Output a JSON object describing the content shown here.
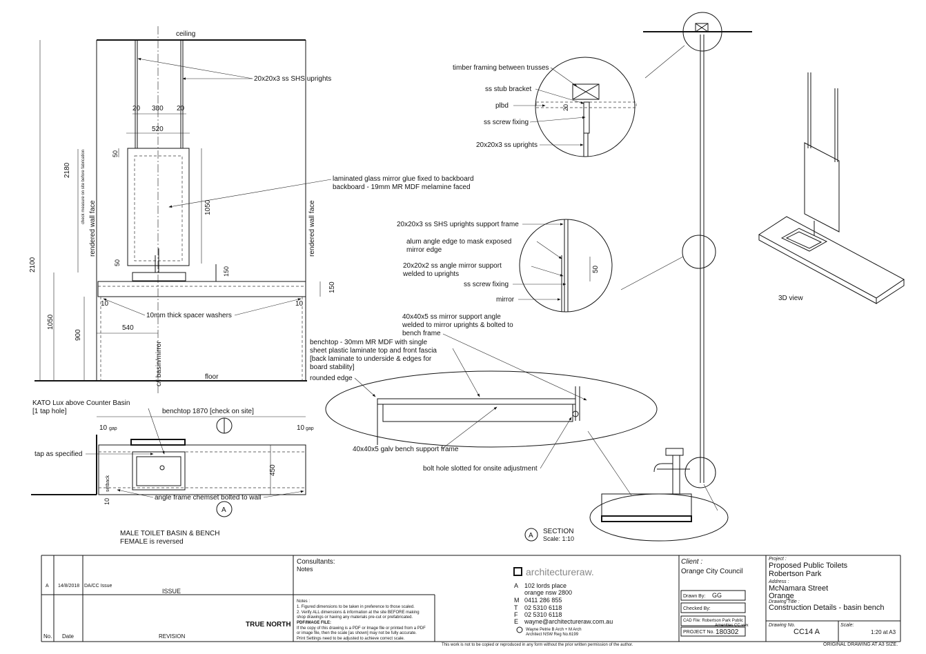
{
  "elevation": {
    "ceiling": "ceiling",
    "floor": "floor",
    "uprights": "20x20x3 ss SHS uprights",
    "dim_20a": "20",
    "dim_380": "380",
    "dim_20b": "20",
    "dim_520": "520",
    "dim_50_top": "50",
    "dim_2180": "2180",
    "check_note": "check measure on site before fabrication",
    "rendered_left": "rendered wall face",
    "rendered_right": "rendered wall face",
    "dim_1050_mirror": "1050",
    "dim_50_bottom": "50",
    "dim_150_a": "150",
    "dim_150_b": "150",
    "mirror_note_1": "laminated glass mirror glue fixed to backboard",
    "mirror_note_2": "backboard - 19mm MR MDF melamine faced",
    "dim_2100": "2100",
    "dim_1050_left": "1050",
    "dim_900": "900",
    "dim_10_left": "10",
    "dim_10_right": "10",
    "dim_540": "540",
    "spacer_note": "10mm thick spacer washers",
    "centreline": "c/l basin/mirror"
  },
  "plan": {
    "kato_1": "KATO Lux above Counter Basin",
    "kato_2": "[1 tap hole]",
    "benchtop": "benchtop  1870  [check on site]",
    "gap_left_num": "10",
    "gap_left_txt": "gap",
    "gap_right_num": "10",
    "gap_right_txt": "gap",
    "tap": "tap as specified",
    "dim_450": "450",
    "setback": "setback",
    "dim_10": "10",
    "angle_frame": "angle frame chemset bolted to wall",
    "section_marker": "A",
    "title_1": "MALE TOILET  BASIN & BENCH",
    "title_2": "FEMALE is reversed"
  },
  "section_details": {
    "timber": "timber framing between trusses",
    "stub": "ss stub bracket",
    "plbd": "plbd",
    "screw": "ss screw fixing",
    "uprights": "20x20x3 ss uprights",
    "dim_20": "20",
    "frame": "20x20x3 ss SHS uprights support frame",
    "alum_1": "alum angle edge to mask exposed",
    "alum_2": "mirror edge",
    "angle_1": "20x20x2 ss angle mirror support",
    "angle_2": "welded to uprights",
    "screw2": "ss screw fixing",
    "mirror": "mirror",
    "dim_50": "50",
    "support_1": "40x40x5 ss mirror support angle",
    "support_2": "welded to mirror uprights & bolted to",
    "support_3": "bench frame",
    "bench_1": "benchtop - 30mm MR MDF with single",
    "bench_2": "sheet plastic laminate top and front fascia",
    "bench_3": "[back laminate to underside & edges for",
    "bench_4": "board stability]",
    "rounded": "rounded edge",
    "galv": "40x40x5 galv bench support frame",
    "bolt": "bolt hole slotted for onsite adjustment",
    "section_letter": "A",
    "section_title": "SECTION",
    "section_scale": "Scale: 1:10",
    "view3d": "3D view"
  },
  "title_block": {
    "rev_letter": "A",
    "rev_date": "14/8/2018",
    "rev_desc": "DA/CC Issue",
    "issue": "ISSUE",
    "col_no": "No.",
    "col_date": "Date",
    "col_revision": "REVISION",
    "true_north": "TRUE NORTH",
    "consultants": "Consultants:",
    "notes_head": "Notes",
    "notes_title": "Notes :",
    "note_1": "1. Figured dimensions to be taken in preference to those scaled.",
    "note_2a": "2. Verify ALL dimensions & information at the site BEFORE making",
    "note_2b": "shop drawings or having any materials pre-cut or prefabricated.",
    "pdf_head": "PDF/IMAGE FILE:",
    "pdf_1": "If the copy of this drawing is a PDF or Image file or printed from a PDF",
    "pdf_2": "or image file, then the scale [as shown] may not be fully accurate.",
    "pdf_3": "Print Settings need to be adjusted to achieve correct scale.",
    "logo": "architectureraw.",
    "addr_a_label": "A",
    "addr_1": "102  lords place",
    "addr_2": "orange  nsw  2800",
    "m_label": "M",
    "mobile": "0411 286 855",
    "t_label": "T",
    "tel": "02 5310 6118",
    "f_label": "F",
    "fax": "02 5310 6118",
    "e_label": "E",
    "email": "wayne@architectureraw.com.au",
    "copyright_1": "Wayne Petrie B Arch + M Arch",
    "copyright_2": "Architect NSW Reg No.6199",
    "copyright_footer": "This work is not to be copied or reproduced in any form without the prior written permission of the author.",
    "client_label": "Client :",
    "client": "Orange City Council",
    "drawn_by_label": "Drawn By:",
    "drawn_by": "GG",
    "checked_by_label": "Checked By:",
    "cad_file_1": "CAD File: Robertson Park Public",
    "cad_file_2": "Amenities CC.vwx",
    "project_no_label": "PROJECT No.",
    "project_no": "180302",
    "project_label": "Project :",
    "project_1": "Proposed Public Toilets",
    "project_2": "Robertson Park",
    "address_label": "Address :",
    "address_1": "McNamara Street",
    "address_2": "Orange",
    "drawing_title_label": "Drawing Title :",
    "drawing_title": "Construction Details - basin bench",
    "drawing_no_label": "Drawing No.",
    "drawing_no": "CC14 A",
    "scale_label": "Scale:",
    "scale": "1:20 at A3",
    "original": "ORIGINAL DRAWING AT A3 SIZE."
  }
}
